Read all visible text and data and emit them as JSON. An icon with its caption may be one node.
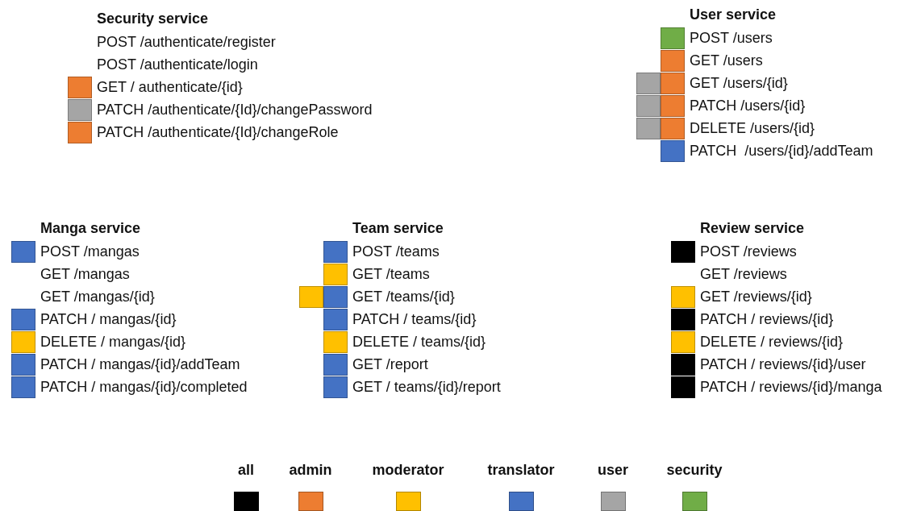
{
  "diagram": {
    "nodes": [
      {
        "text": [
          "Security service"
        ]
      },
      {
        "text": [
          "POST /authenticate/register"
        ],
        "in": 0
      },
      {
        "text": [
          "POST /authenticate/login"
        ],
        "in": 0
      },
      {
        "text": [],
        "shape": "box",
        "in": 0
      },
      {
        "text": [
          "GET / authenticate/{id}"
        ],
        "in": 0
      },
      {
        "text": [],
        "shape": "box",
        "in": 0
      },
      {
        "text": [
          "PATCH /authenticate/{Id}/changePassword"
        ],
        "in": 0
      },
      {
        "text": [],
        "shape": "box",
        "in": 0
      },
      {
        "text": [
          "PATCH /authenticate/{Id}/changeRole"
        ],
        "in": 0
      },
      {
        "text": [
          "User service"
        ]
      },
      {
        "text": [],
        "shape": "box",
        "in": 9
      },
      {
        "text": [
          "POST /users"
        ],
        "in": 9
      },
      {
        "text": [],
        "shape": "box",
        "in": 9
      },
      {
        "text": [
          "GET /users"
        ],
        "in": 9
      },
      {
        "text": [],
        "shape": "box",
        "in": 9
      },
      {
        "text": [],
        "shape": "box",
        "in": 9
      },
      {
        "text": [
          "GET /users/{id}"
        ],
        "in": 9
      },
      {
        "text": [],
        "shape": "box",
        "in": 9
      },
      {
        "text": [],
        "shape": "box",
        "in": 9
      },
      {
        "text": [
          "PATCH /users/{id}"
        ],
        "in": 9
      },
      {
        "text": [],
        "shape": "box",
        "in": 9
      },
      {
        "text": [],
        "shape": "box",
        "in": 9
      },
      {
        "text": [
          "DELETE /users/{id}"
        ],
        "in": 9
      },
      {
        "text": [],
        "shape": "box",
        "in": 9
      },
      {
        "text": [
          "PATCH  /users/{id}/addTeam"
        ],
        "in": 9
      },
      {
        "text": [
          "Manga service"
        ]
      },
      {
        "text": [],
        "shape": "box",
        "in": 25
      },
      {
        "text": [
          "POST /mangas"
        ],
        "in": 25
      },
      {
        "text": [
          "GET /mangas"
        ],
        "in": 25
      },
      {
        "text": [
          "GET /mangas/{id}"
        ],
        "in": 25
      },
      {
        "text": [],
        "shape": "box",
        "in": 25
      },
      {
        "text": [
          "PATCH / mangas/{id}"
        ],
        "in": 25
      },
      {
        "text": [],
        "shape": "box",
        "in": 25
      },
      {
        "text": [
          "DELETE / mangas/{id}"
        ],
        "in": 25
      },
      {
        "text": [],
        "shape": "box",
        "in": 25
      },
      {
        "text": [
          "PATCH / mangas/{id}/addTeam"
        ],
        "in": 25
      },
      {
        "text": [],
        "shape": "box",
        "in": 25
      },
      {
        "text": [
          "PATCH / mangas/{id}/completed"
        ],
        "in": 25
      },
      {
        "text": [
          "Team service"
        ]
      },
      {
        "text": [],
        "shape": "box",
        "in": 38
      },
      {
        "text": [
          "POST /teams"
        ],
        "in": 38
      },
      {
        "text": [],
        "shape": "box",
        "in": 38
      },
      {
        "text": [
          "GET /teams"
        ],
        "in": 38
      },
      {
        "text": [],
        "shape": "box",
        "in": 38
      },
      {
        "text": [],
        "shape": "box",
        "in": 38
      },
      {
        "text": [
          "GET /teams/{id}"
        ],
        "in": 38
      },
      {
        "text": [],
        "shape": "box",
        "in": 38
      },
      {
        "text": [
          "PATCH / teams/{id}"
        ],
        "in": 38
      },
      {
        "text": [],
        "shape": "box",
        "in": 38
      },
      {
        "text": [
          "DELETE / teams/{id}"
        ],
        "in": 38
      },
      {
        "text": [],
        "shape": "box",
        "in": 38
      },
      {
        "text": [
          "GET /report"
        ],
        "in": 38
      },
      {
        "text": [],
        "shape": "box",
        "in": 38
      },
      {
        "text": [
          "GET / teams/{id}/report"
        ],
        "in": 38
      },
      {
        "text": [
          "Review service"
        ]
      },
      {
        "text": [],
        "shape": "box",
        "in": 54
      },
      {
        "text": [
          "POST /reviews"
        ],
        "in": 54
      },
      {
        "text": [
          "GET /reviews"
        ],
        "in": 54
      },
      {
        "text": [],
        "shape": "box",
        "in": 54
      },
      {
        "text": [
          "GET /reviews/{id}"
        ],
        "in": 54
      },
      {
        "text": [],
        "shape": "box",
        "in": 54
      },
      {
        "text": [
          "PATCH / reviews/{id}"
        ],
        "in": 54
      },
      {
        "text": [],
        "shape": "box",
        "in": 54
      },
      {
        "text": [
          "DELETE / reviews/{id}"
        ],
        "in": 54
      },
      {
        "text": [],
        "shape": "box",
        "in": 54
      },
      {
        "text": [
          "PATCH / reviews/{id}/user"
        ],
        "in": 54
      },
      {
        "text": [],
        "shape": "box",
        "in": 54
      },
      {
        "text": [
          "PATCH / reviews/{id}/manga"
        ],
        "in": 54
      }
    ],
    "legend": [
      {
        "text": "all",
        "color": "#000000"
      },
      {
        "text": "admin",
        "color": "#ed7d31"
      },
      {
        "text": "moderator",
        "color": "#ffc000"
      },
      {
        "text": "translator",
        "color": "#4472c4"
      },
      {
        "text": "user",
        "color": "#a5a5a5"
      },
      {
        "text": "security",
        "color": "#70ad47"
      }
    ]
  }
}
